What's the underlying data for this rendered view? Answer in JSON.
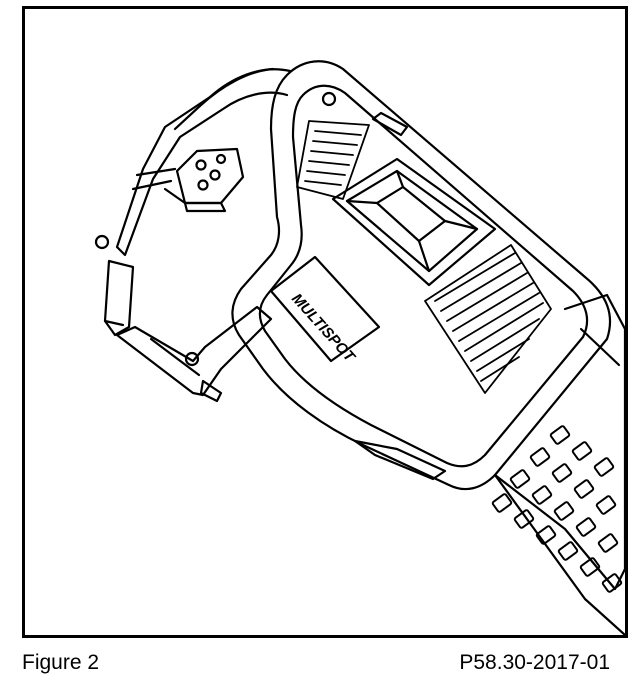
{
  "figure": {
    "caption": "Figure 2",
    "code": "P58.30-2017-01"
  },
  "device": {
    "brand_label": "MULTISPOT"
  }
}
